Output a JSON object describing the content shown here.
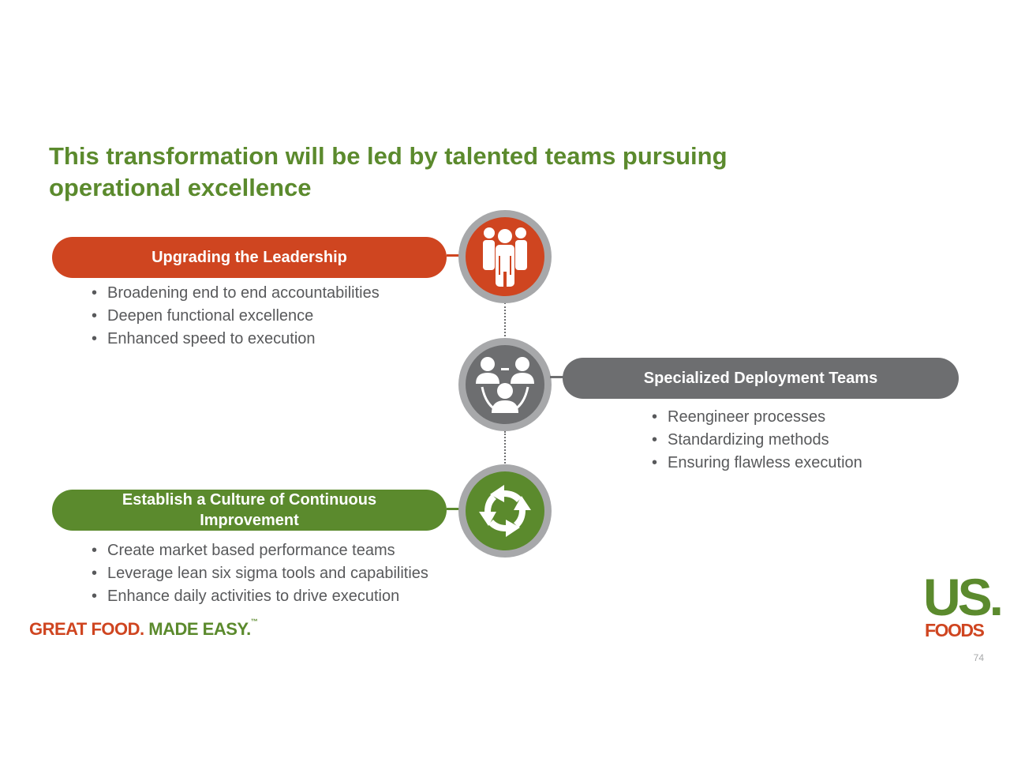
{
  "title": {
    "line1": "This transformation will be led by talented teams pursuing",
    "line2": "operational excellence"
  },
  "sections": [
    {
      "heading": "Upgrading the Leadership",
      "color": "#cf4520",
      "icon": "team-icon",
      "bullets": [
        "Broadening end to end accountabilities",
        "Deepen functional excellence",
        "Enhanced speed to execution"
      ]
    },
    {
      "heading": "Specialized Deployment Teams",
      "color": "#6d6e70",
      "icon": "network-people-icon",
      "bullets": [
        "Reengineer processes",
        "Standardizing methods",
        "Ensuring flawless execution"
      ]
    },
    {
      "heading_line1": "Establish a Culture of Continuous",
      "heading_line2": "Improvement",
      "color": "#5b8a2d",
      "icon": "cycle-arrows-icon",
      "bullets": [
        "Create market based performance teams",
        "Leverage lean six sigma tools and capabilities",
        "Enhance daily activities to drive execution"
      ]
    }
  ],
  "footer": {
    "tagline_part1": "GREAT FOOD.",
    "tagline_part2": " MADE EASY.",
    "tagline_mark": "™",
    "logo_top": "US.",
    "logo_bottom": "FOODS",
    "page_number": "74"
  },
  "colors": {
    "green": "#5b8a2d",
    "orange": "#cf4520",
    "gray": "#6d6e70",
    "ring": "#a7a8aa",
    "text": "#58595b"
  }
}
